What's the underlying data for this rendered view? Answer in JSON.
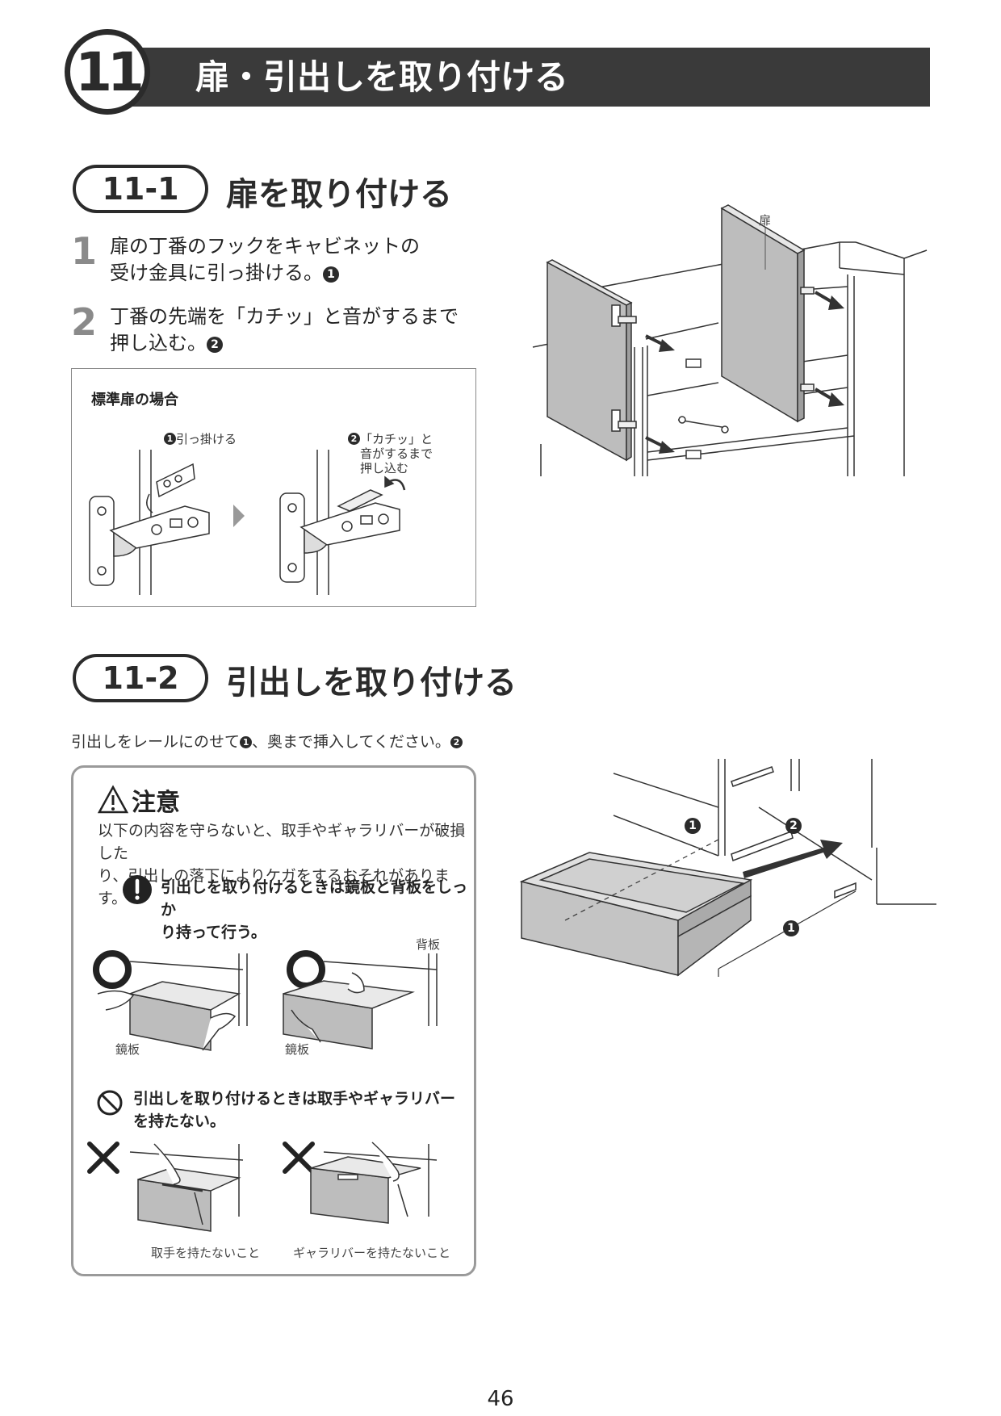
{
  "header": {
    "number": "11",
    "title": "扉・引出しを取り付ける"
  },
  "section1": {
    "pill": "11-1",
    "title": "扉を取り付ける",
    "steps": [
      {
        "num": "1",
        "line1": "扉の丁番のフックをキャビネットの",
        "line2": "受け金具に引っ掛ける。",
        "badge": "1"
      },
      {
        "num": "2",
        "line1": "丁番の先端を「カチッ」と音がするまで",
        "line2": "押し込む。",
        "badge": "2"
      }
    ],
    "box": {
      "title": "標準扉の場合",
      "label1_badge": "1",
      "label1": "引っ掛ける",
      "label2_badge": "2",
      "label2_line1": "「カチッ」と",
      "label2_line2": "音がするまで",
      "label2_line3": "押し込む"
    },
    "door_label": "扉"
  },
  "section2": {
    "pill": "11-2",
    "title": "引出しを取り付ける",
    "instruction_a": "引出しをレールにのせて",
    "badge_a": "1",
    "instruction_b": "、奥まで挿入してください。",
    "badge_b": "2",
    "diagram_badges": [
      "1",
      "2",
      "1"
    ],
    "caution": {
      "title": "注意",
      "text_line1": "以下の内容を守らないと、取手やギャラリバーが破損した",
      "text_line2": "り、引出しの落下によりケガをするおそれがあります。",
      "rule1_line1": "引出しを取り付けるときは鏡板と背板をしっか",
      "rule1_line2": "り持って行う。",
      "label_kagami1": "鏡板",
      "label_kagami2": "鏡板",
      "label_seita": "背板",
      "rule2_line1": "引出しを取り付けるときは取手やギャラリバー",
      "rule2_line2": "を持たない。",
      "caption_left": "取手を持たないこと",
      "caption_right": "ギャラリバーを持たないこと"
    }
  },
  "page_number": "46"
}
